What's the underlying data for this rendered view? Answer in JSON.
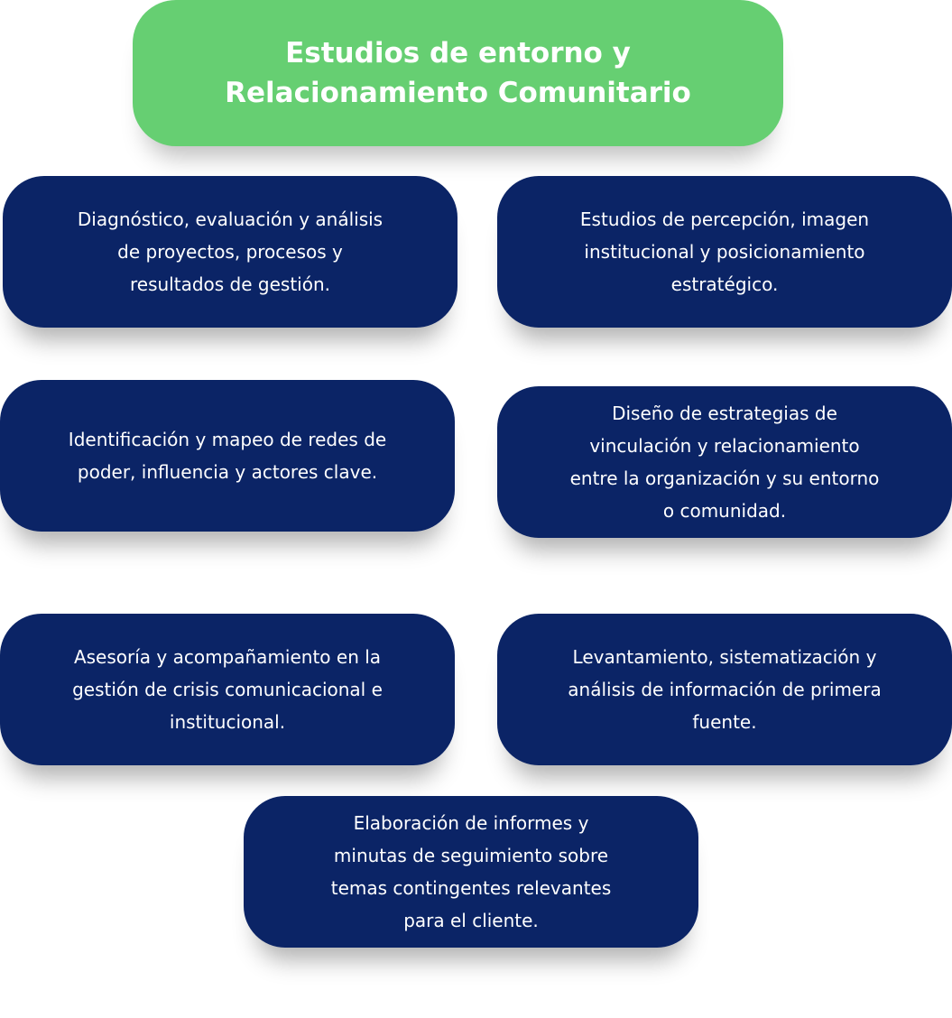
{
  "title": "Estudios de entorno y\nRelacionamiento Comunitario",
  "colors": {
    "title_bg": "#66cf72",
    "node_bg": "#0b2466",
    "text": "#ffffff"
  },
  "nodes": [
    "Diagnóstico, evaluación y análisis\nde proyectos, procesos y\nresultados de gestión.",
    "Estudios de percepción, imagen\ninstitucional y posicionamiento\nestratégico.",
    "Identificación y mapeo de redes de\npoder, influencia y actores clave.",
    "Diseño de estrategias de\nvinculación y relacionamiento\nentre la organización y su entorno\no comunidad.",
    "Asesoría y acompañamiento en la\ngestión de crisis comunicacional e\ninstitucional.",
    "Levantamiento, sistematización y\nanálisis de información de primera\nfuente.",
    "Elaboración de informes y\nminutas de seguimiento sobre\ntemas contingentes relevantes\npara el cliente."
  ]
}
